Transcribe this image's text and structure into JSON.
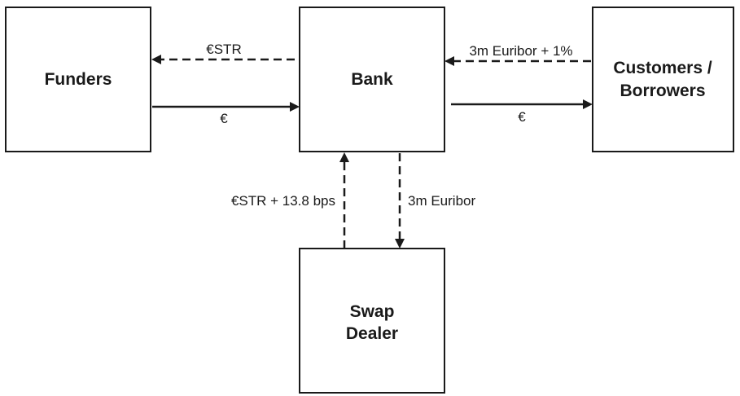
{
  "nodes": {
    "funders": {
      "label": "Funders"
    },
    "bank": {
      "label": "Bank"
    },
    "customers": {
      "line1": "Customers /",
      "line2": "Borrowers"
    },
    "swap_dealer": {
      "line1": "Swap",
      "line2": "Dealer"
    }
  },
  "edges": {
    "bank_to_funders": {
      "label": "€STR",
      "style": "dashed"
    },
    "funders_to_bank": {
      "label": "€",
      "style": "solid"
    },
    "customers_to_bank": {
      "label": "3m Euribor + 1%",
      "style": "dashed"
    },
    "bank_to_customers": {
      "label": "€",
      "style": "solid"
    },
    "dealer_to_bank": {
      "label": "€STR + 13.8 bps",
      "style": "dashed"
    },
    "bank_to_dealer": {
      "label": "3m Euribor",
      "style": "dashed"
    }
  },
  "colors": {
    "stroke": "#1a1a1a",
    "background": "#ffffff"
  }
}
